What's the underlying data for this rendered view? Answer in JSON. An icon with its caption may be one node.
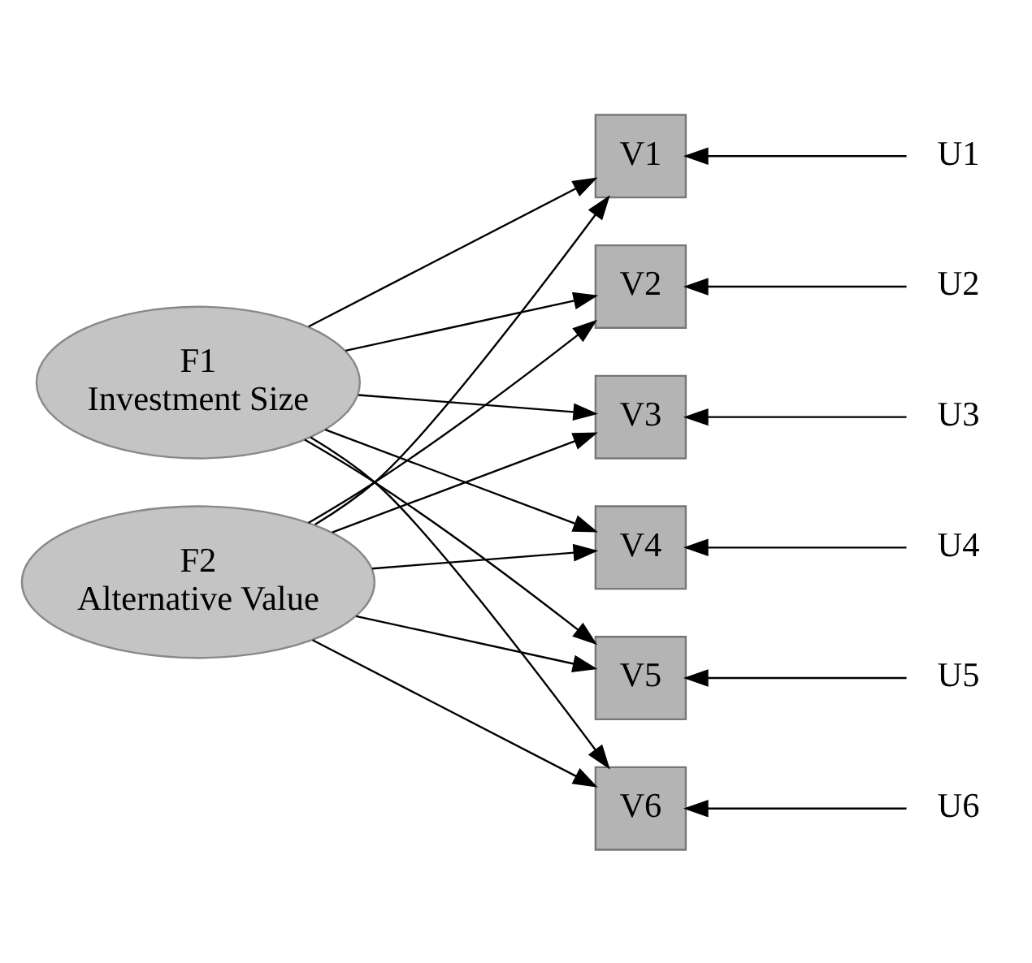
{
  "diagram": {
    "nodes": [
      {
        "text": [
          "F1",
          "Investment Size"
        ]
      },
      {
        "text": [
          "F2",
          "Alternative Value"
        ]
      },
      {
        "text": [
          "V1"
        ]
      },
      {
        "text": [
          "V2"
        ]
      },
      {
        "text": [
          "V3"
        ]
      },
      {
        "text": [
          "V4"
        ]
      },
      {
        "text": [
          "V5"
        ]
      },
      {
        "text": [
          "V6"
        ]
      },
      {
        "text": [
          "U1"
        ]
      },
      {
        "text": [
          "U2"
        ]
      },
      {
        "text": [
          "U3"
        ]
      },
      {
        "text": [
          "U4"
        ]
      },
      {
        "text": [
          "U5"
        ]
      },
      {
        "text": [
          "U6"
        ]
      }
    ],
    "edges": [
      {
        "from": 0,
        "to": 2,
        "arrow": "to"
      },
      {
        "from": 0,
        "to": 3,
        "arrow": "to"
      },
      {
        "from": 0,
        "to": 4,
        "arrow": "to"
      },
      {
        "from": 0,
        "to": 5,
        "arrow": "to"
      },
      {
        "from": 0,
        "to": 6,
        "arrow": "to"
      },
      {
        "from": 0,
        "to": 7,
        "arrow": "to"
      },
      {
        "from": 1,
        "to": 2,
        "arrow": "to"
      },
      {
        "from": 1,
        "to": 3,
        "arrow": "to"
      },
      {
        "from": 1,
        "to": 4,
        "arrow": "to"
      },
      {
        "from": 1,
        "to": 5,
        "arrow": "to"
      },
      {
        "from": 1,
        "to": 6,
        "arrow": "to"
      },
      {
        "from": 1,
        "to": 7,
        "arrow": "to"
      },
      {
        "from": 8,
        "to": 2,
        "arrow": "to"
      },
      {
        "from": 9,
        "to": 3,
        "arrow": "to"
      },
      {
        "from": 10,
        "to": 4,
        "arrow": "to"
      },
      {
        "from": 11,
        "to": 5,
        "arrow": "to"
      },
      {
        "from": 12,
        "to": 6,
        "arrow": "to"
      },
      {
        "from": 13,
        "to": 7,
        "arrow": "to"
      }
    ]
  }
}
